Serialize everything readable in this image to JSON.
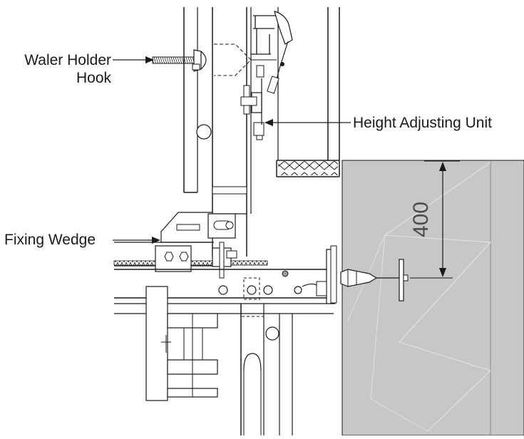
{
  "labels": {
    "waler_holder_line1": "Waler Holder",
    "waler_holder_line2": "Hook",
    "height_adjusting_unit": "Height Adjusting Unit",
    "fixing_wedge": "Fixing Wedge"
  },
  "dimension": {
    "value": "400"
  },
  "colors": {
    "line": "#1a1a1a",
    "concrete": "#c7c7c7",
    "hatch": "#ffffff"
  }
}
